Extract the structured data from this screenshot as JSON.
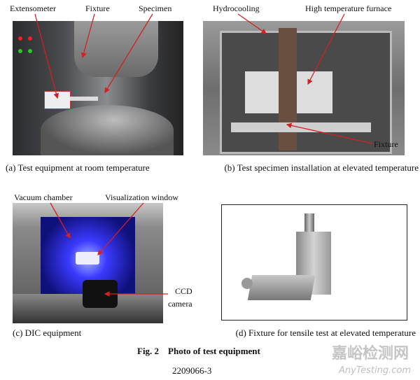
{
  "panels": {
    "a": {
      "caption": "(a) Test equipment at room temperature",
      "labels": [
        "Extensometer",
        "Fixture",
        "Specimen"
      ]
    },
    "b": {
      "caption": "(b) Test specimen installation at elevated temperature",
      "labels": [
        "Hydrocooling",
        "High temperature furnace",
        "Fixture"
      ]
    },
    "c": {
      "caption": "(c) DIC equipment",
      "labels": [
        "Vacuum chamber",
        "Visualization window",
        "CCD",
        "camera"
      ]
    },
    "d": {
      "caption": "(d) Fixture for tensile test at elevated temperature"
    }
  },
  "figure_title": "Fig. 2    Photo of test equipment",
  "page_number": "2209066-3",
  "watermark": {
    "cn": "嘉峪检测网",
    "en": "AnyTesting.com"
  },
  "colors": {
    "arrow": "#d42020",
    "blue_light": "#3a3aff"
  }
}
